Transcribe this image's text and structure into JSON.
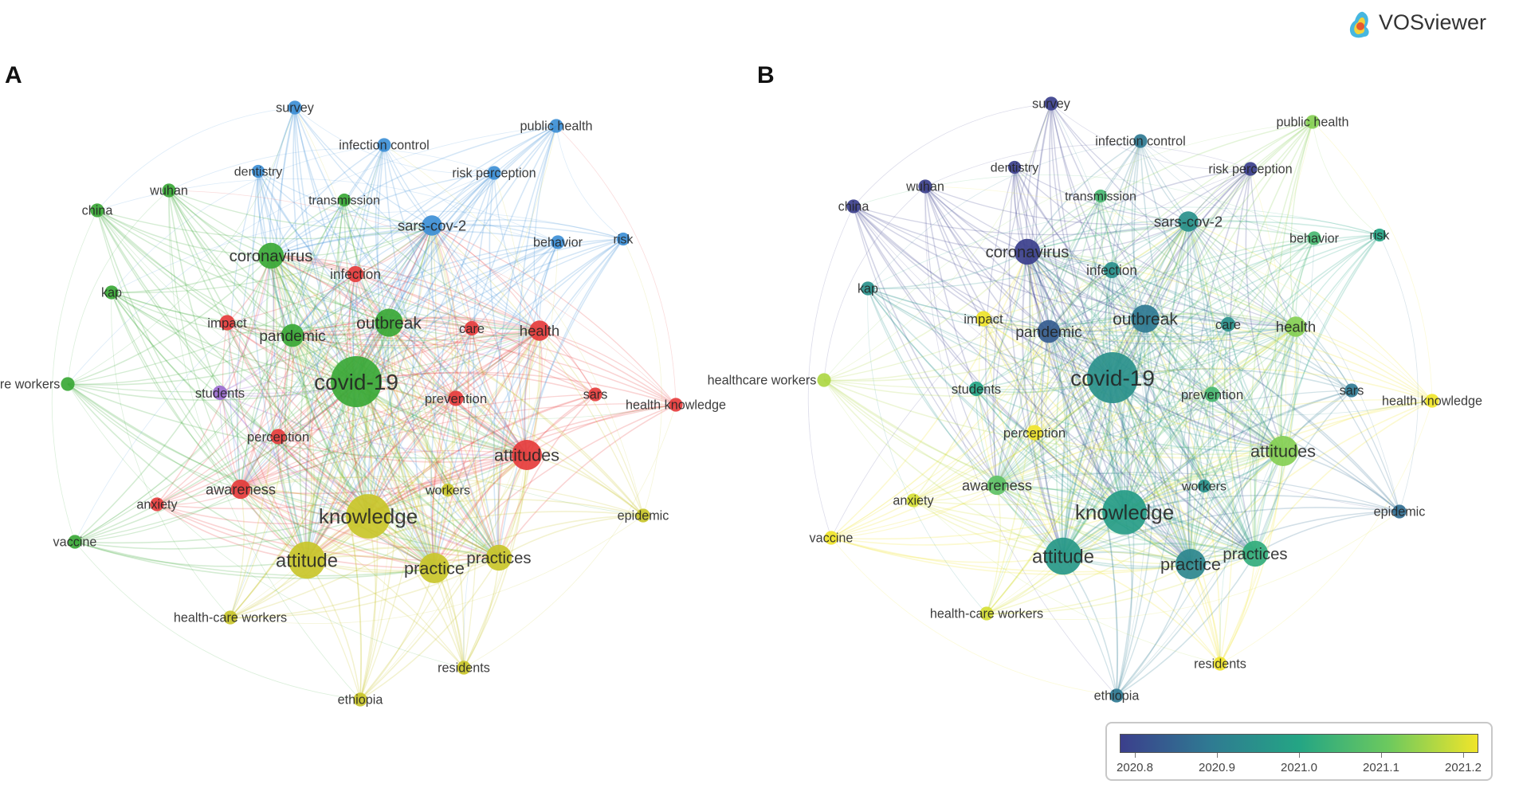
{
  "brand": {
    "name": "VOSviewer",
    "logo_icon": "vosviewer-logo-icon"
  },
  "panels": [
    {
      "letter": "A",
      "mode": "cluster"
    },
    {
      "letter": "B",
      "mode": "overlay"
    }
  ],
  "cluster_colors": {
    "red": "#e63c3c",
    "green": "#3aa836",
    "blue": "#3d8fd6",
    "yellow": "#c9c62a",
    "purple": "#9b6ad0"
  },
  "legend": {
    "ticks": [
      "2020.8",
      "2020.9",
      "2021.0",
      "2021.1",
      "2021.2"
    ],
    "gradient": [
      "#3b3f8c",
      "#2f7a92",
      "#24a584",
      "#6cc95e",
      "#f0e52a"
    ]
  },
  "nodes": [
    {
      "label": "covid-19",
      "weight": 1.0,
      "cluster": "green",
      "year": 2020.95
    },
    {
      "label": "knowledge",
      "weight": 0.86,
      "cluster": "yellow",
      "year": 2020.98
    },
    {
      "label": "attitude",
      "weight": 0.7,
      "cluster": "yellow",
      "year": 2020.97
    },
    {
      "label": "practice",
      "weight": 0.55,
      "cluster": "yellow",
      "year": 2020.93
    },
    {
      "label": "attitudes",
      "weight": 0.55,
      "cluster": "red",
      "year": 2021.12
    },
    {
      "label": "outbreak",
      "weight": 0.5,
      "cluster": "green",
      "year": 2020.9
    },
    {
      "label": "practices",
      "weight": 0.45,
      "cluster": "yellow",
      "year": 2021.02
    },
    {
      "label": "pandemic",
      "weight": 0.38,
      "cluster": "green",
      "year": 2020.85
    },
    {
      "label": "coronavirus",
      "weight": 0.45,
      "cluster": "green",
      "year": 2020.8
    },
    {
      "label": "sars-cov-2",
      "weight": 0.32,
      "cluster": "blue",
      "year": 2020.95
    },
    {
      "label": "health",
      "weight": 0.32,
      "cluster": "red",
      "year": 2021.12
    },
    {
      "label": "awareness",
      "weight": 0.3,
      "cluster": "red",
      "year": 2021.08
    },
    {
      "label": "infection",
      "weight": 0.22,
      "cluster": "red",
      "year": 2020.95
    },
    {
      "label": "impact",
      "weight": 0.2,
      "cluster": "red",
      "year": 2021.2
    },
    {
      "label": "care",
      "weight": 0.18,
      "cluster": "red",
      "year": 2020.95
    },
    {
      "label": "prevention",
      "weight": 0.2,
      "cluster": "red",
      "year": 2021.05
    },
    {
      "label": "perception",
      "weight": 0.2,
      "cluster": "red",
      "year": 2021.2
    },
    {
      "label": "anxiety",
      "weight": 0.16,
      "cluster": "red",
      "year": 2021.18
    },
    {
      "label": "sars",
      "weight": 0.16,
      "cluster": "red",
      "year": 2020.9
    },
    {
      "label": "health knowledge",
      "weight": 0.16,
      "cluster": "red",
      "year": 2021.2
    },
    {
      "label": "students",
      "weight": 0.18,
      "cluster": "purple",
      "year": 2021.0
    },
    {
      "label": "workers",
      "weight": 0.14,
      "cluster": "yellow",
      "year": 2020.95
    },
    {
      "label": "epidemic",
      "weight": 0.16,
      "cluster": "yellow",
      "year": 2020.88
    },
    {
      "label": "health-care workers",
      "weight": 0.16,
      "cluster": "yellow",
      "year": 2021.18
    },
    {
      "label": "residents",
      "weight": 0.16,
      "cluster": "yellow",
      "year": 2021.2
    },
    {
      "label": "ethiopia",
      "weight": 0.16,
      "cluster": "yellow",
      "year": 2020.9
    },
    {
      "label": "survey",
      "weight": 0.16,
      "cluster": "blue",
      "year": 2020.8
    },
    {
      "label": "infection control",
      "weight": 0.16,
      "cluster": "blue",
      "year": 2020.9
    },
    {
      "label": "public health",
      "weight": 0.16,
      "cluster": "blue",
      "year": 2021.12
    },
    {
      "label": "dentistry",
      "weight": 0.14,
      "cluster": "blue",
      "year": 2020.8
    },
    {
      "label": "risk perception",
      "weight": 0.16,
      "cluster": "blue",
      "year": 2020.8
    },
    {
      "label": "transmission",
      "weight": 0.14,
      "cluster": "green",
      "year": 2021.05
    },
    {
      "label": "behavior",
      "weight": 0.16,
      "cluster": "blue",
      "year": 2021.05
    },
    {
      "label": "risk",
      "weight": 0.14,
      "cluster": "blue",
      "year": 2021.0
    },
    {
      "label": "wuhan",
      "weight": 0.16,
      "cluster": "green",
      "year": 2020.8
    },
    {
      "label": "china",
      "weight": 0.16,
      "cluster": "green",
      "year": 2020.8
    },
    {
      "label": "kap",
      "weight": 0.16,
      "cluster": "green",
      "year": 2020.95
    },
    {
      "label": "healthcare workers",
      "weight": 0.16,
      "cluster": "green",
      "year": 2021.15
    },
    {
      "label": "vaccine",
      "weight": 0.16,
      "cluster": "green",
      "year": 2021.2
    }
  ]
}
